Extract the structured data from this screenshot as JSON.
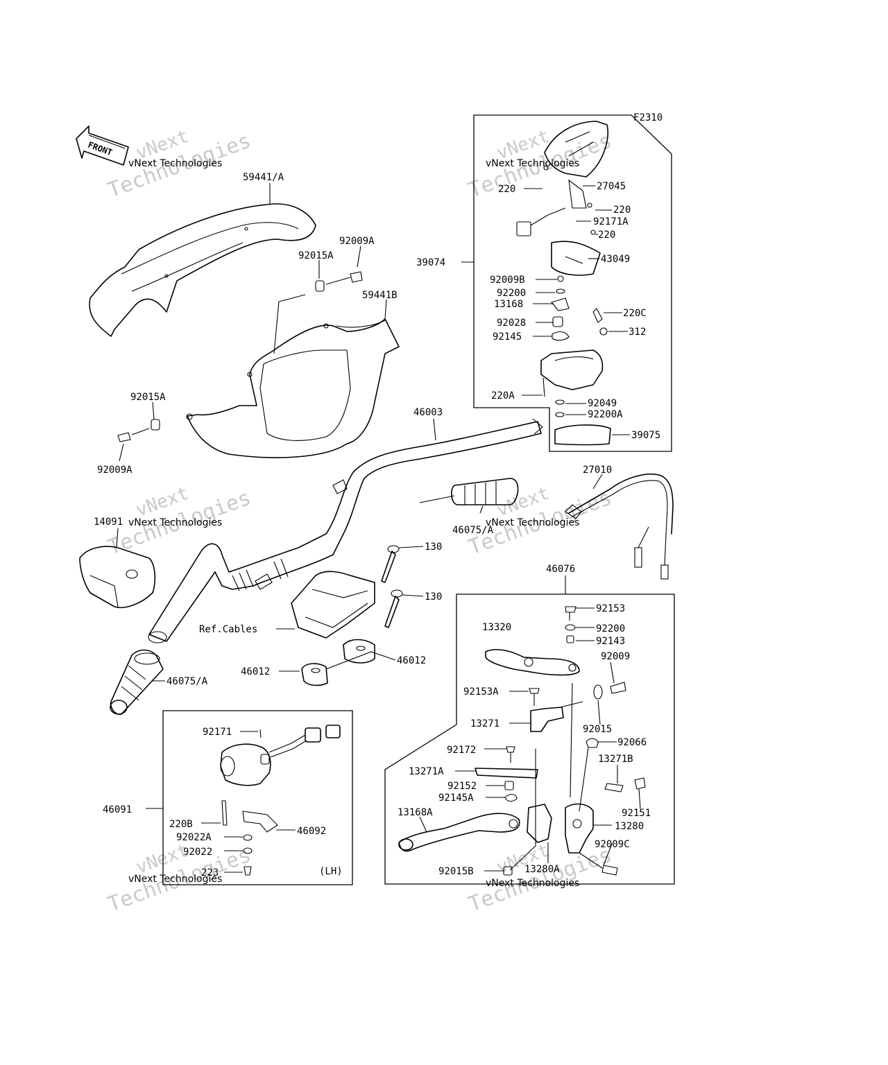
{
  "figure_code": "F2310",
  "front_marker": "FRONT",
  "watermark": {
    "line_small": "vNext Technologies",
    "line_big_1": "vNext",
    "line_big_2": "Technologies"
  },
  "labels": {
    "p59441A": "59441/A",
    "p92009A_top": "92009A",
    "p92015A_top": "92015A",
    "p59441B": "59441B",
    "p92015A_left": "92015A",
    "p92009A_left": "92009A",
    "p46003": "46003",
    "p39074": "39074",
    "p220_a": "220",
    "p27045": "27045",
    "p220_b": "220",
    "p92171A": "92171A",
    "p220_c": "220",
    "p43049": "43049",
    "p92009B": "92009B",
    "p92200_top": "92200",
    "p13168": "13168",
    "p220C": "220C",
    "p92028": "92028",
    "p312": "312",
    "p92145": "92145",
    "p220A": "220A",
    "p92049": "92049",
    "p92200A": "92200A",
    "p39075": "39075",
    "p27010": "27010",
    "p14091": "14091",
    "p46075A_right": "46075/A",
    "p130_a": "130",
    "p130_b": "130",
    "p46076": "46076",
    "ref_cables": "Ref.Cables",
    "p46012_left": "46012",
    "p46012_right": "46012",
    "p46075A_left": "46075/A",
    "p92153": "92153",
    "p13320": "13320",
    "p92200_mid": "92200",
    "p92143": "92143",
    "p92009": "92009",
    "p92153A": "92153A",
    "p13271": "13271",
    "p92015": "92015",
    "p92066": "92066",
    "p92172": "92172",
    "p13271B": "13271B",
    "p13271A": "13271A",
    "p92152": "92152",
    "p92145A": "92145A",
    "p92151": "92151",
    "p13168A": "13168A",
    "p13280": "13280",
    "p92009C": "92009C",
    "p92015B": "92015B",
    "p13280A": "13280A",
    "p92171": "92171",
    "p46091": "46091",
    "p220B": "220B",
    "p46092": "46092",
    "p92022A": "92022A",
    "p92022": "92022",
    "p223": "223",
    "lh_note": "(LH)"
  }
}
